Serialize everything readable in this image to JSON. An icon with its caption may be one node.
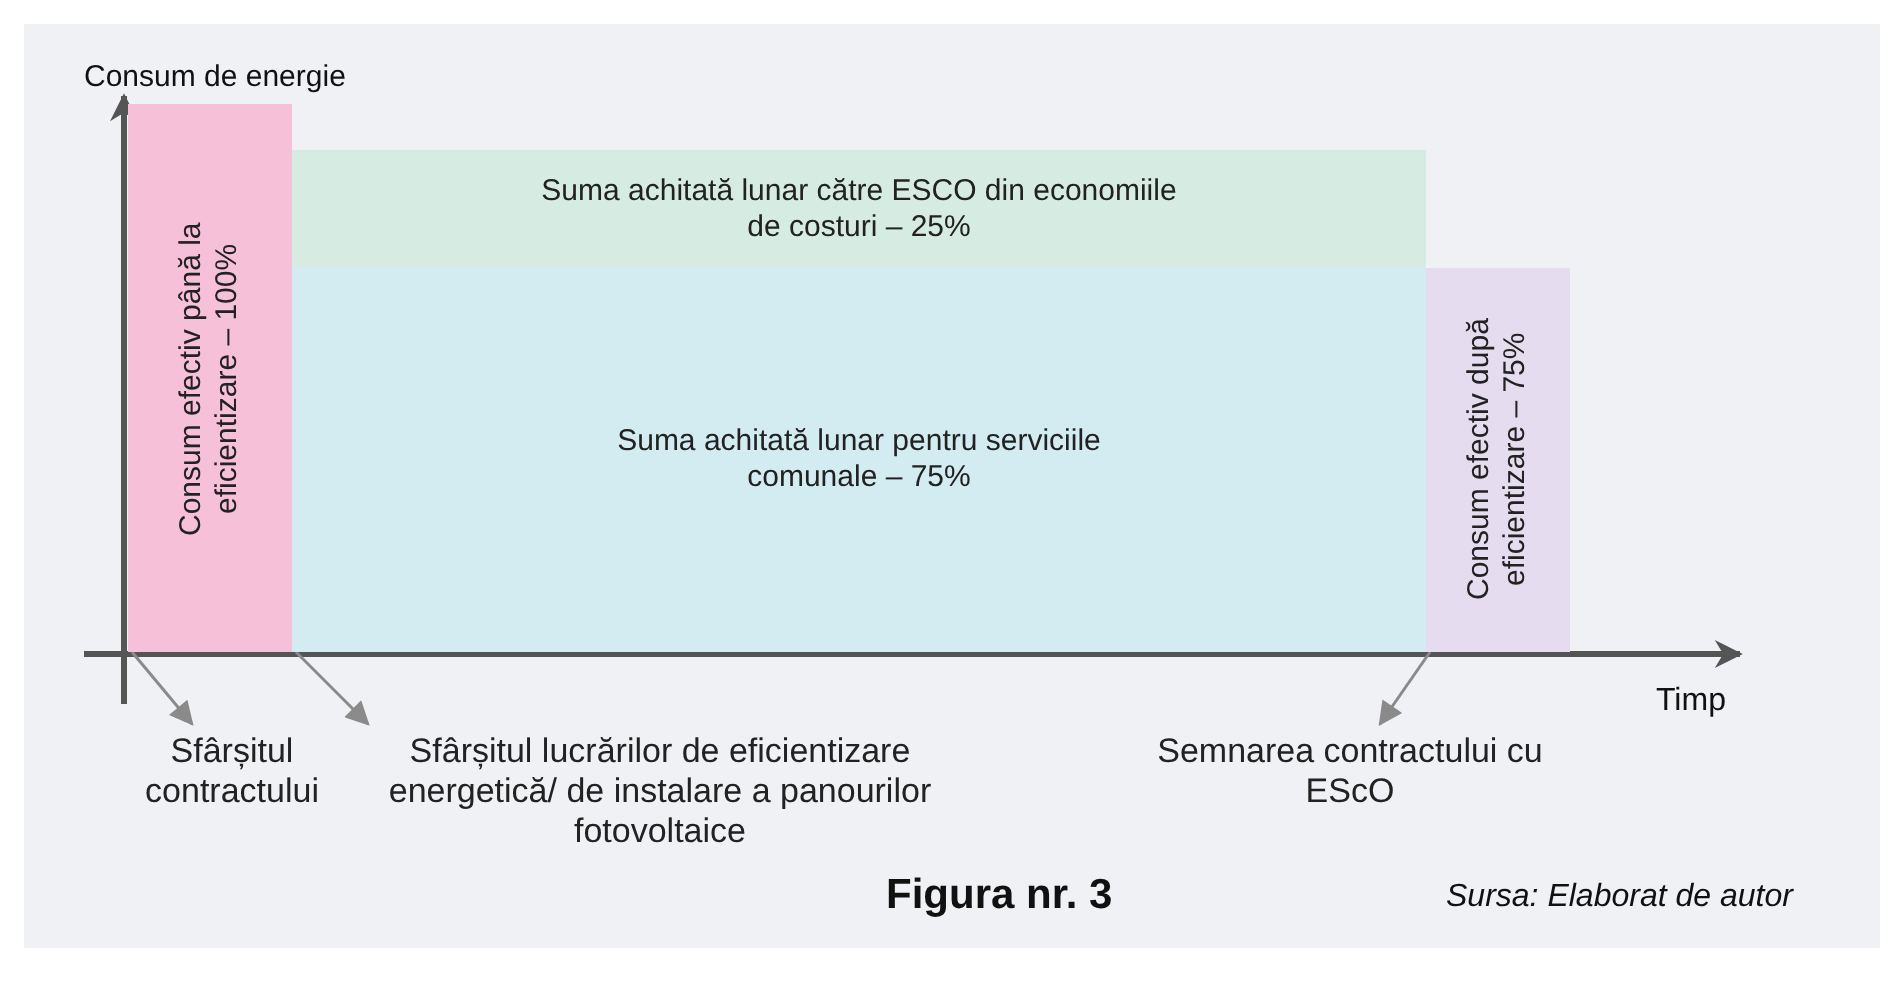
{
  "diagram": {
    "caption": "Figura nr. 3",
    "nodes": [
      {
        "text": [
          "Consum efectiv până la eficientizare – 100%"
        ]
      },
      {
        "text": [
          "Suma achitată lunar către ESCO din economiile de costuri – 25%"
        ]
      },
      {
        "text": [
          "Suma achitată lunar pentru serviciile comunale – 75%"
        ]
      },
      {
        "text": [
          "Consum efectiv după eficientizare – 75%"
        ]
      },
      {
        "text": [
          "Sfârșitul contractului"
        ]
      },
      {
        "text": [
          "Sfârșitul lucrărilor de eficientizare energetică/ de instalare a panourilor fotovoltaice"
        ]
      },
      {
        "text": [
          "Semnarea contractului cu EScO"
        ]
      }
    ],
    "edges": [
      {
        "from": 0,
        "to": 4,
        "arrow": "to"
      },
      {
        "from": 2,
        "to": 5,
        "arrow": "to"
      },
      {
        "from": 3,
        "to": 6,
        "arrow": "to"
      }
    ],
    "labels": [
      "Consum de energie",
      "Timp",
      "Sursa: Elaborat de autor"
    ]
  }
}
